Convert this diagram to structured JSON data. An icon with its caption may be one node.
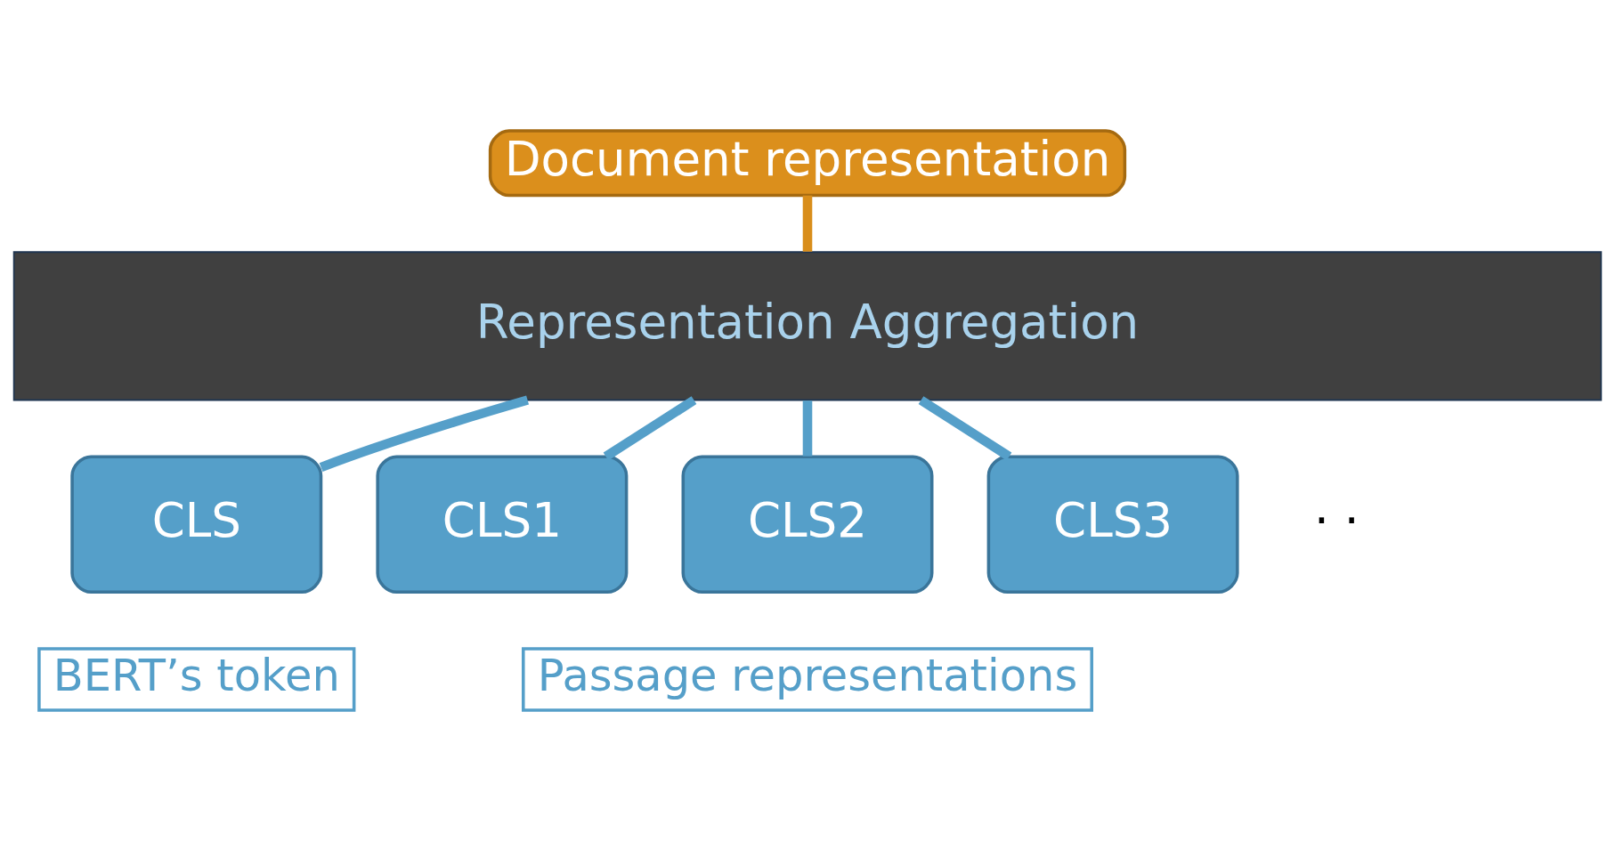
{
  "diagram": {
    "nodes": [
      {
        "text": [
          "Document representation"
        ]
      },
      {
        "text": [
          "Representation Aggregation"
        ]
      },
      {
        "text": [
          "CLS"
        ]
      },
      {
        "text": [
          "CLS1"
        ]
      },
      {
        "text": [
          "CLS2"
        ]
      },
      {
        "text": [
          "CLS3"
        ]
      },
      {
        "text": [
          "BERT’s token"
        ]
      },
      {
        "text": [
          "Passage representations"
        ]
      }
    ],
    "edges": [
      {
        "from": 1,
        "to": 0,
        "arrow": "none",
        "color": "#d98e1b"
      },
      {
        "from": 2,
        "to": 1,
        "arrow": "none"
      },
      {
        "from": 3,
        "to": 1,
        "arrow": "none"
      },
      {
        "from": 4,
        "to": 1,
        "arrow": "none"
      },
      {
        "from": 5,
        "to": 1,
        "arrow": "none"
      }
    ],
    "labels": [
      "· ·"
    ]
  }
}
